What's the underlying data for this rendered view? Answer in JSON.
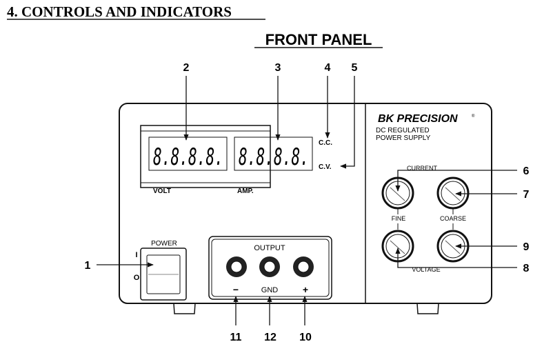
{
  "section_heading": "4. CONTROLS AND INDICATORS",
  "figure_title": "FRONT PANEL",
  "panel": {
    "brand": "BK PRECISION",
    "brand_mark": "®",
    "subtitle_line1": "DC REGULATED",
    "subtitle_line2": "POWER SUPPLY",
    "volt_display": "8.8.8.8.",
    "amp_display": "8.8.8.8.",
    "cc_label": "C.C.",
    "cv_label": "C.V.",
    "volt_label": "VOLT",
    "amp_label": "AMP.",
    "current_label": "CURRENT",
    "fine_label": "FINE",
    "coarse_label": "COARSE",
    "voltage_label": "VOLTAGE",
    "power_label": "POWER",
    "power_on": "I",
    "power_off": "O",
    "output_label": "OUTPUT",
    "neg_label": "−",
    "gnd_label": "GND",
    "pos_label": "+"
  },
  "callouts": [
    "1",
    "2",
    "3",
    "4",
    "5",
    "6",
    "7",
    "8",
    "9",
    "10",
    "11",
    "12"
  ]
}
